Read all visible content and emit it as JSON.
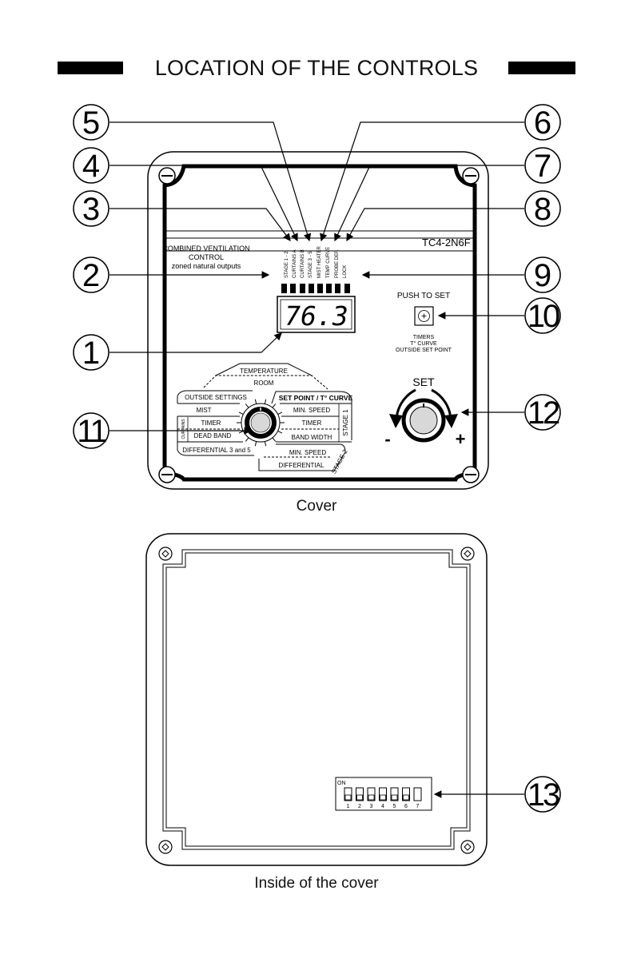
{
  "title": "LOCATION OF THE CONTROLS",
  "cover": {
    "caption": "Cover",
    "model": "TC4-2N6F",
    "brand_lines": [
      "COMBINED VENTILATION",
      "CONTROL",
      "zoned natural outputs"
    ],
    "display_value": "76.3",
    "leds": [
      "STAGE 1 - 2",
      "CURTAINS A",
      "CURTAINS B",
      "STAGE 3 - 5",
      "MIST HEATER",
      "TEMP CURVE",
      "PROBE DEF.",
      "LOCK"
    ],
    "push_to_set": "PUSH TO SET",
    "push_symbol": "+",
    "push_info": [
      "TIMERS",
      "T° CURVE",
      "OUTSIDE SET POINT"
    ],
    "set_label": "SET",
    "minus": "-",
    "plus": "+",
    "selector": {
      "top": [
        "TEMPERATURE",
        "ROOM"
      ],
      "left": [
        "OUTSIDE SETTINGS",
        "MIST",
        "TIMER",
        "DEAD BAND",
        "DIFFERENTIAL 3 and 5"
      ],
      "left_group": "CURTAINS",
      "right": [
        "SET POINT / T° CURVE",
        "MIN. SPEED",
        "TIMER",
        "BAND WIDTH"
      ],
      "stage1": "STAGE 1",
      "bottom": [
        "MIN. SPEED",
        "DIFFERENTIAL"
      ],
      "stage2": "STAGE 2"
    }
  },
  "inside": {
    "caption": "Inside of the cover",
    "dip_on": "ON",
    "dip_numbers": [
      "1",
      "2",
      "3",
      "4",
      "5",
      "6",
      "7"
    ]
  },
  "callouts": [
    "1",
    "2",
    "3",
    "4",
    "5",
    "6",
    "7",
    "8",
    "9",
    "10",
    "11",
    "12",
    "13"
  ]
}
